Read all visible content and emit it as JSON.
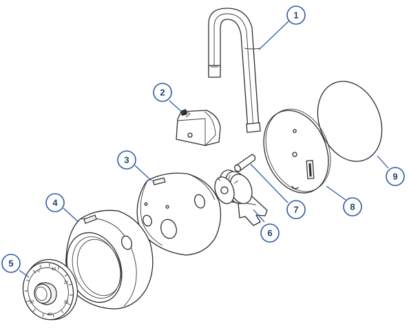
{
  "callouts": [
    {
      "label": "1"
    },
    {
      "label": "2"
    },
    {
      "label": "3"
    },
    {
      "label": "4"
    },
    {
      "label": "5"
    },
    {
      "label": "6"
    },
    {
      "label": "7"
    },
    {
      "label": "8"
    },
    {
      "label": "9"
    }
  ],
  "colors": {
    "callout_stroke": "#2d5aa0",
    "callout_text": "#1f3f78",
    "part_stroke": "#2b2b2b"
  }
}
